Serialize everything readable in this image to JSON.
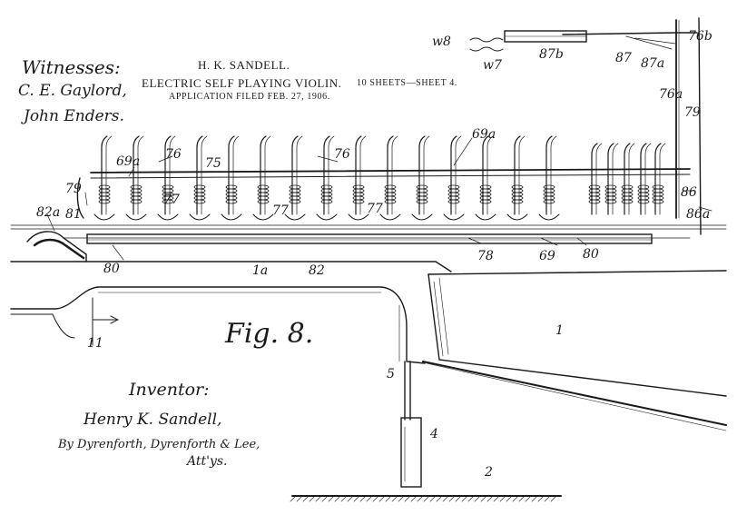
{
  "header": {
    "patentee": "H. K. SANDELL.",
    "title": "ELECTRIC SELF PLAYING VIOLIN.",
    "filed": "APPLICATION FILED FEB. 27, 1906.",
    "sheets": "10 SHEETS—SHEET 4."
  },
  "witnesses": {
    "label": "Witnesses:",
    "sig1": "C. E. Gaylord,",
    "sig2": "John Enders."
  },
  "inventor": {
    "label": "Inventor:",
    "name": "Henry K. Sandell,",
    "attorneys": "By Dyrenforth, Dyrenforth & Lee,",
    "attys": "Att'ys."
  },
  "figure": {
    "label": "Fig. 8."
  },
  "refs": {
    "r1": "1",
    "r1a": "1a",
    "r2": "2",
    "r4": "4",
    "r5": "5",
    "r11": "11",
    "r69": "69",
    "r69a_left": "69a",
    "r69a_right": "69a",
    "r75": "75",
    "r76_left": "76",
    "r76_mid": "76",
    "r76a": "76a",
    "r76b": "76b",
    "r77_a": "77",
    "r77_b": "77",
    "r77_c": "77",
    "r78": "78",
    "r79_left": "79",
    "r79_right": "79",
    "r80_left": "80",
    "r80_right": "80",
    "r81": "81",
    "r82": "82",
    "r82a": "82a",
    "r86": "86",
    "r86a": "86a",
    "r87": "87",
    "r87a": "87a",
    "r87b": "87b",
    "w7": "w7",
    "w8": "w8"
  }
}
